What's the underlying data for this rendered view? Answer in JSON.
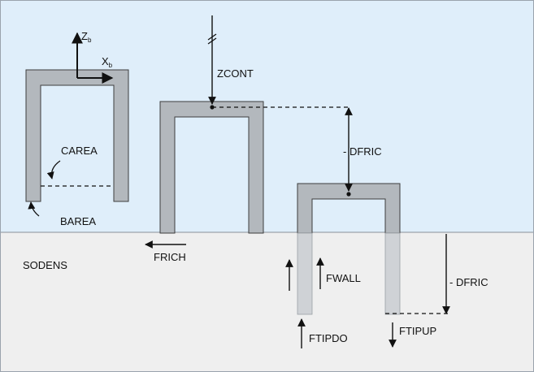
{
  "colors": {
    "air": "#dfeefa",
    "soil": "#efefef",
    "body": "#b3b8bd",
    "body_stroke": "#3d3d3d",
    "submerged_leg": "#cfd2d6",
    "line": "#111111"
  },
  "axes": {
    "z_main": "Z",
    "z_sub": "b",
    "x_main": "X",
    "x_sub": "b"
  },
  "labels": {
    "carea": "CAREA",
    "barea": "BAREA",
    "zcont": "ZCONT",
    "dfric_air": "- DFRIC",
    "dfric_soil": "- DFRIC",
    "frich": "FRICH",
    "sodens": "SODENS",
    "fwall": "FWALL",
    "ftipdo": "FTIPDO",
    "ftipup": "FTIPUP"
  }
}
